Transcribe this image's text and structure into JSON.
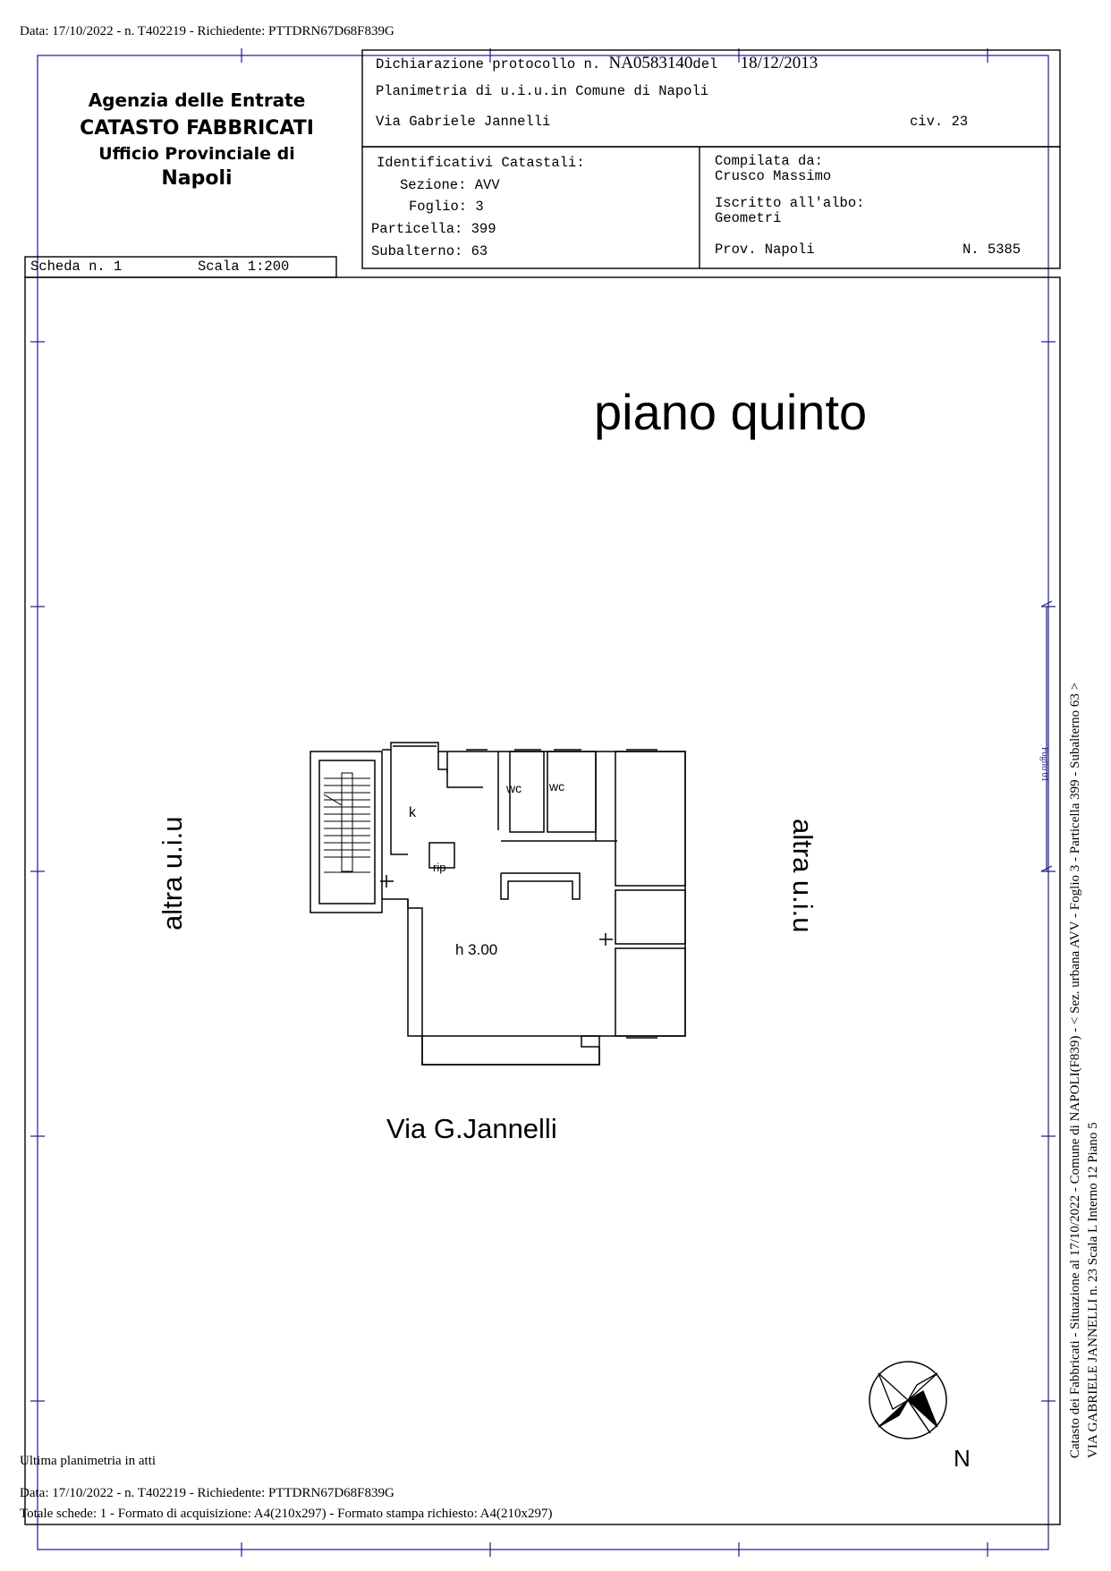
{
  "top_line": "Data: 17/10/2022 - n. T402219 - Richiedente: PTTDRN67D68F839G",
  "agency": {
    "line1": "Agenzia delle Entrate",
    "line2": "CATASTO FABBRICATI",
    "line3": "Ufficio Provinciale di",
    "line4": "Napoli"
  },
  "header": {
    "protocol_label": "Dichiarazione protocollo n.",
    "protocol_number": "NA0583140",
    "protocol_del": "del",
    "protocol_date": "18/12/2013",
    "planimetria": "Planimetria di u.i.u.in Comune di Napoli",
    "address": "Via Gabriele Jannelli",
    "civico": "civ. 23",
    "identificativi_title": "Identificativi Catastali:",
    "sezione": "Sezione: AVV",
    "foglio": "Foglio: 3",
    "particella": "Particella: 399",
    "subalterno": "Subalterno: 63",
    "compilata_label": "Compilata da:",
    "compilata_name": "Crusco Massimo",
    "iscritto_label": "Iscritto all'albo:",
    "iscritto_value": "Geometri",
    "prov": "Prov. Napoli",
    "numero": "N. 5385",
    "scheda": "Scheda n. 1",
    "scala": "Scala 1:200"
  },
  "plan": {
    "floor_title": "piano quinto",
    "left_neighbor": "altra u.i.u",
    "right_neighbor": "altra u.i.u",
    "street": "Via G.Jannelli",
    "rooms": {
      "kitchen": "k",
      "wc1": "wc",
      "wc2": "wc",
      "storage": "rip",
      "height": "h 3.00"
    },
    "margin_mark": "Foglio 01",
    "north": "N"
  },
  "side_text": {
    "line1": "Catasto dei Fabbricati - Situazione al 17/10/2022 - Comune di NAPOLI(F839) - < Sez. urbana AVV - Foglio 3 - Particella 399 - Subalterno 63 >",
    "line2": "VIA GABRIELE JANNELLI n. 23  Scala L Interno 12 Piano 5"
  },
  "footer": {
    "last_plan": "Ultima planimetria in atti",
    "data_line": "Data: 17/10/2022 - n. T402219 - Richiedente: PTTDRN67D68F839G",
    "schede_line": "Totale schede: 1 - Formato di acquisizione: A4(210x297)  - Formato stampa richiesto: A4(210x297)"
  },
  "colors": {
    "frame": "#1a1a8a",
    "ink": "#000000"
  }
}
